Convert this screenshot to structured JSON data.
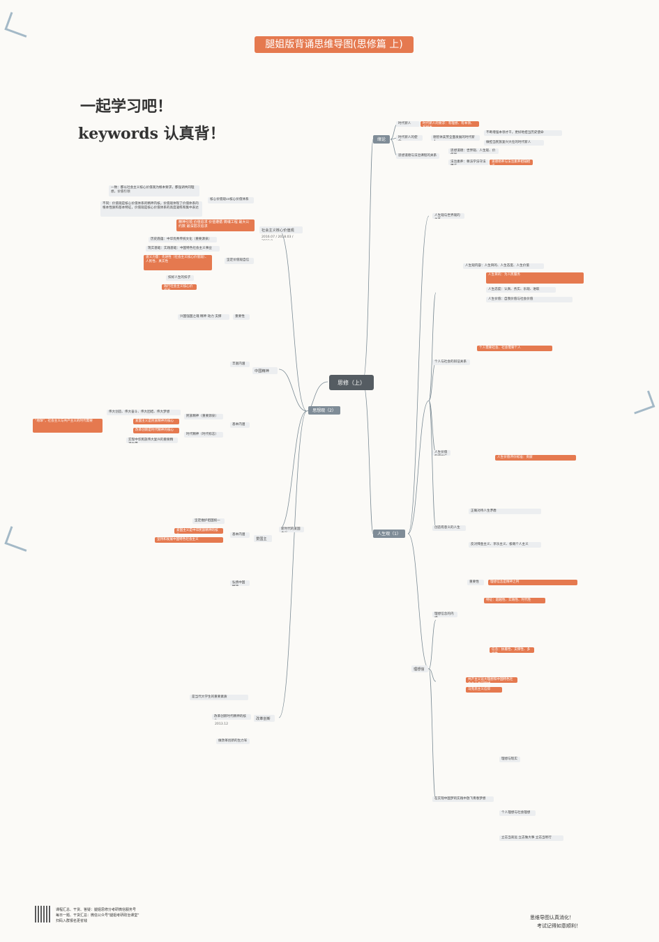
{
  "header": {
    "title": "腿姐版背诵思维导图(思修篇 上)"
  },
  "slogan": {
    "line1": "一起学习吧！",
    "line2": "keywords 认真背！"
  },
  "root": "思修（上）",
  "branches": {
    "intro": "绪论",
    "values": "思想观（2）",
    "life": "人生观（1）"
  },
  "intro_nodes": [
    "时代新人",
    "时代新人的要求：有理想、有本领、有担当",
    "时代新人的使命",
    "德智体美劳全面发展的时代新人",
    "思想道德与法治课程的关系",
    "思想道德：世界观、人生观、价值观",
    "法治素养：尊法学法守法用法",
    "道德修养与法治素养相辅相成",
    "不断增强本领才干，更好地担当历史使命",
    "做担当民族复兴大任的时代新人"
  ],
  "core_values": {
    "group": "社会主义核心价值观",
    "years": "2016.07 / 2018.03 / 2023.0...",
    "n1": "一致：都以社会主义核心价值观为根本要求，都强调共同理想，价值引领",
    "n2": "不同：价值观是核心价值体系的精神内核，价值观体现了价值体系的根本性质和基本特征，价值观是核心价值体系的高度凝练和集中表达",
    "n3": "核心价值观vs核心价值体系",
    "n4": "精神引领 价值追求 价值遵循 铸魂工程 最大公约数 最深层次追求",
    "n5": "历史底蕴：中华优秀传统文化（重要源泉）",
    "n6": "现实基础：实践基础：中国特色社会主义事业",
    "n7": "道义力量：先进性（社会主义核心价值观）、人民性、真实性",
    "n8": "坚定价值观自信",
    "n9": "扣好人生的扣子",
    "n10": "践行社会主义核心价值观"
  },
  "spirit": {
    "group": "中国精神",
    "n1": "兴国强国之魂 精神 动力 支撑",
    "n2": "重要性",
    "n3": "丰富内涵",
    "n4": "基本内涵",
    "n5": "伟大创造、伟大奋斗、伟大团结、伟大梦想",
    "n6": "民族精神（重要源泉）",
    "n7": "爱国主义是民族精神的核心",
    "n8": "改革创新是时代精神的核心",
    "n9": "时代精神（时代标志）",
    "n10": "实现中华民族伟大复兴的重要精神力量",
    "n11": "“地球”，社会主义与共产主义的时代需要"
  },
  "patriotism": {
    "group": "爱国主义",
    "n1": "坚定维护祖国统一",
    "n2": "基本内涵",
    "n3": "新时代的爱国主义",
    "n4": "爱国主义是中华民族精神的核心",
    "n5": "坚持和发展中国特色社会主义",
    "n6": "弘扬中国精神"
  },
  "innovation": {
    "group": "改革创新",
    "n1": "是当代大学生的重要素质",
    "n2": "改革创新时代精神的核心",
    "n3": "2013.12",
    "n4": "做改革创新的生力军"
  },
  "life_view": {
    "n1": "人生观与世界观的关系",
    "n2": "人生观内容：人生目的、人生态度、人生价值",
    "n3": "人生目的：为人民服务",
    "n4": "人生态度：认真、务实、乐观、进取",
    "n5": "人生价值：自我价值与社会价值",
    "n6": "个人与社会的辩证关系",
    "n7": "人生价值的评价与实现",
    "n8": "创造有意义的人生",
    "n9": "个人需要社会、社会需要个人",
    "n10": "人生价值评价标准：贡献",
    "n11": "正确对待人生矛盾",
    "n12": "反对拜金主义、享乐主义、极端个人主义"
  },
  "ideals": {
    "group": "理想信念",
    "n1": "理想信念的内涵",
    "n2": "重要性",
    "n3": "理想信念是精神之钙",
    "n4": "特征：超越性、实践性、时代性",
    "n5": "信念：执着性、支撑性、多样性",
    "n6": "共产主义远大理想和中国特色社会主义共同理想",
    "n7": "马克思主义信仰",
    "n8": "在实现中国梦的实践中放飞青春梦想",
    "n9": "理想与现实",
    "n10": "个人理想与社会理想",
    "n11": "立志当高远 立志做大事 立志当躬行"
  },
  "footer": {
    "l1": "课程汇总、干货、答疑：腿姐思修分考研微信服务号",
    "l2": "每日一题、干货汇总：微信公众号\"腿姐考研政治课堂\"",
    "l3": "扫码入群报名更省钱"
  },
  "signoff": {
    "l1": "思维导图认真消化！",
    "l2": "考试记得如意顺利！"
  },
  "colors": {
    "accent": "#e5794f",
    "node": "#eceef0",
    "root": "#555c62",
    "branch": "#7f8c97"
  }
}
